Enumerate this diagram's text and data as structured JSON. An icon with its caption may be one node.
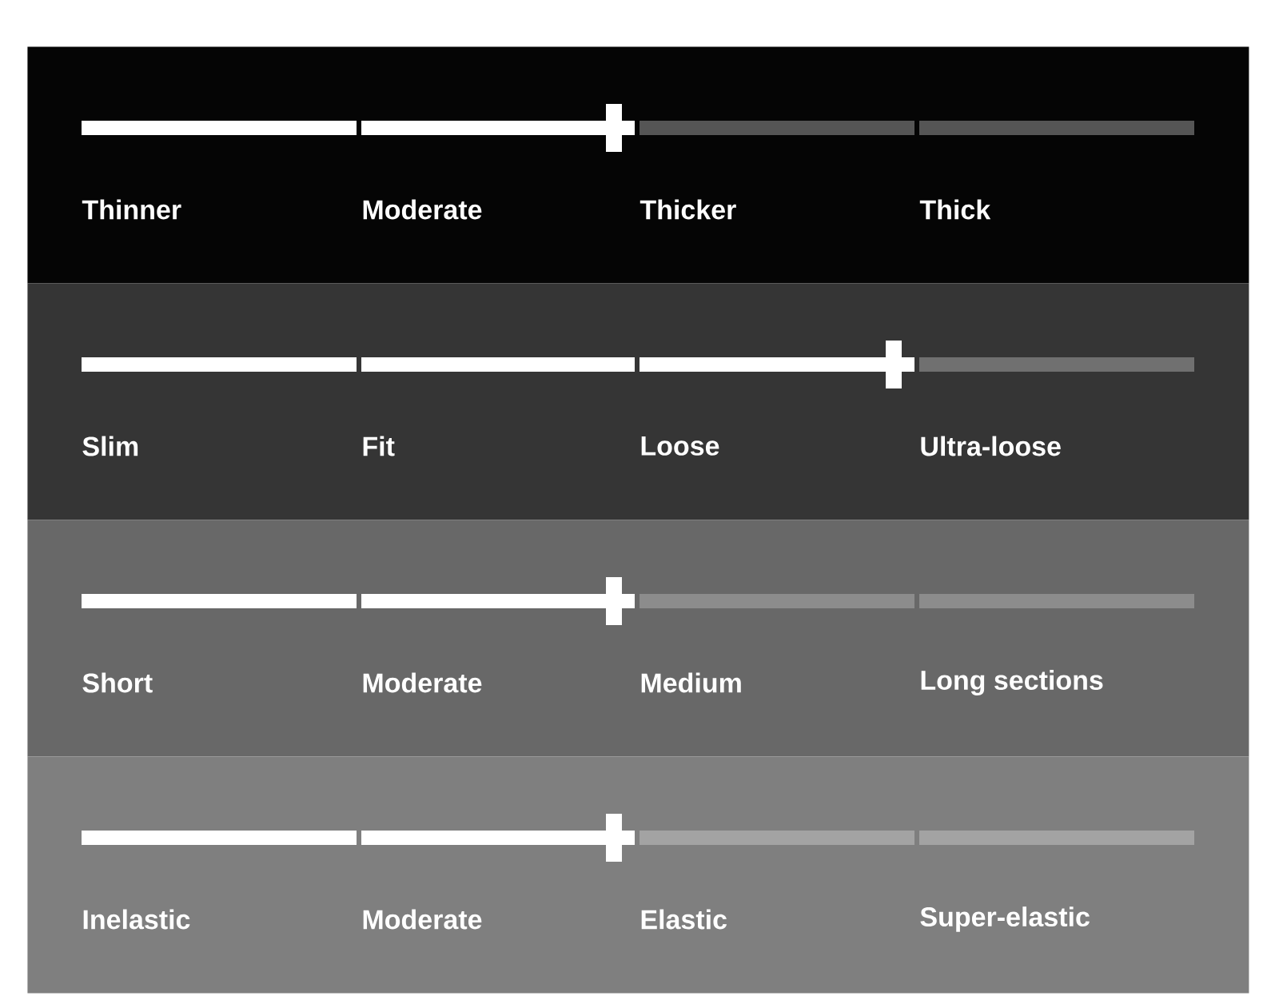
{
  "diagram": {
    "nodes": [
      {
        "text": [
          "Thinner",
          "Moderate",
          "Thicker",
          "Thick"
        ]
      },
      {
        "text": [
          "Slim",
          "Fit",
          "Loose",
          "Ultra-loose"
        ]
      },
      {
        "text": [
          "Short",
          "Moderate",
          "Medium",
          "Long sections"
        ]
      },
      {
        "text": [
          "Inelastic",
          "Moderate",
          "Elastic",
          "Super-elastic"
        ]
      }
    ]
  }
}
